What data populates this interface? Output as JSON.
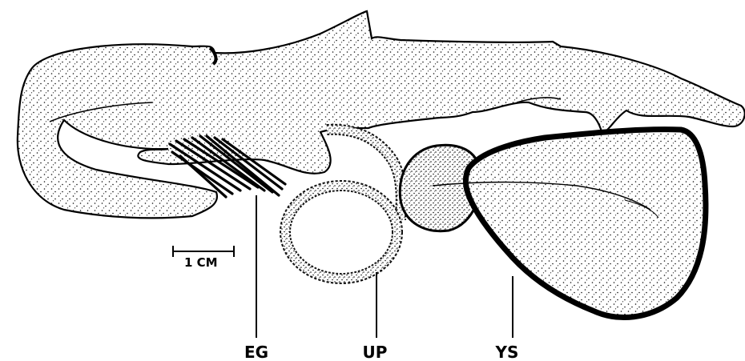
{
  "figure": {
    "scale_bar": {
      "label": "1 CM"
    },
    "labels": {
      "external_gills": "EG",
      "umbilical_cord": "UP",
      "yolk_sac": "YS"
    }
  }
}
